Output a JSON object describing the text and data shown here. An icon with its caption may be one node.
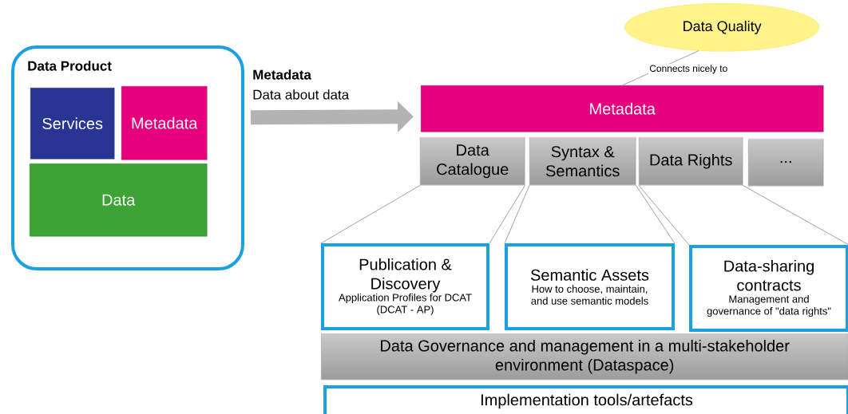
{
  "diagram": {
    "nodes": [
      {
        "text": [
          "Data Product"
        ]
      },
      {
        "text": [
          "Services"
        ],
        "in": 0
      },
      {
        "text": [
          "Metadata"
        ],
        "in": 0
      },
      {
        "text": [
          "Data"
        ],
        "in": 0
      },
      {
        "text": [
          "Metadata"
        ]
      },
      {
        "text": [
          "Data Quality"
        ]
      },
      {
        "text": [
          "Data Catalogue"
        ]
      },
      {
        "text": [
          "Syntax & Semantics"
        ]
      },
      {
        "text": [
          "Data Rights"
        ]
      },
      {
        "text": [
          "..."
        ]
      },
      {
        "text": [
          "Publication & Discovery",
          "Application Profiles for DCAT (DCAT - AP)"
        ]
      },
      {
        "text": [
          "Semantic Assets",
          "How to choose, maintain, and use semantic models"
        ]
      },
      {
        "text": [
          "Data-sharing contracts",
          "Management and governance of \"data rights\""
        ]
      },
      {
        "text": [
          "Data Governance and management in a multi-stakeholder environment (Dataspace)"
        ]
      },
      {
        "text": [
          "Implementation tools/artefacts"
        ]
      }
    ],
    "edges": [
      {
        "from": 0,
        "to": 4,
        "arrow": "to",
        "label": "Data about data",
        "style": "thick",
        "color": "#b3b3b3"
      },
      {
        "from": 5,
        "to": 4,
        "arrow": "none",
        "label": "Connects nicely to"
      },
      {
        "from": 6,
        "to": 10,
        "arrow": "none"
      },
      {
        "from": 6,
        "to": 10,
        "arrow": "none"
      },
      {
        "from": 7,
        "to": 11,
        "arrow": "none"
      },
      {
        "from": 7,
        "to": 11,
        "arrow": "none"
      },
      {
        "from": 8,
        "to": 12,
        "arrow": "none"
      },
      {
        "from": 8,
        "to": 12,
        "arrow": "none"
      }
    ],
    "labels": [
      "Metadata"
    ]
  }
}
